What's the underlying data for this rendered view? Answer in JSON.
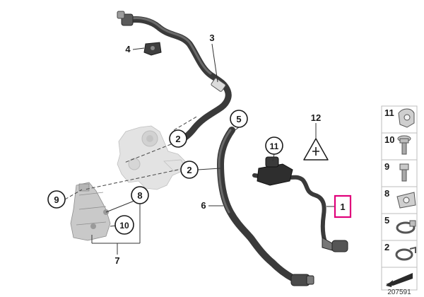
{
  "callouts": {
    "c1": "1",
    "c2a": "2",
    "c2b": "2",
    "c3": "3",
    "c4": "4",
    "c5": "5",
    "c6": "6",
    "c7": "7",
    "c8": "8",
    "c9": "9",
    "c10": "10",
    "c11": "11",
    "c12": "12"
  },
  "legend": {
    "items": [
      "11",
      "10",
      "9",
      "8",
      "5",
      "2"
    ]
  },
  "diagram_id": "207591",
  "colors": {
    "highlight": "#e0007a",
    "hose": "#3a3a3a",
    "ghost": "#e3e3e3"
  }
}
